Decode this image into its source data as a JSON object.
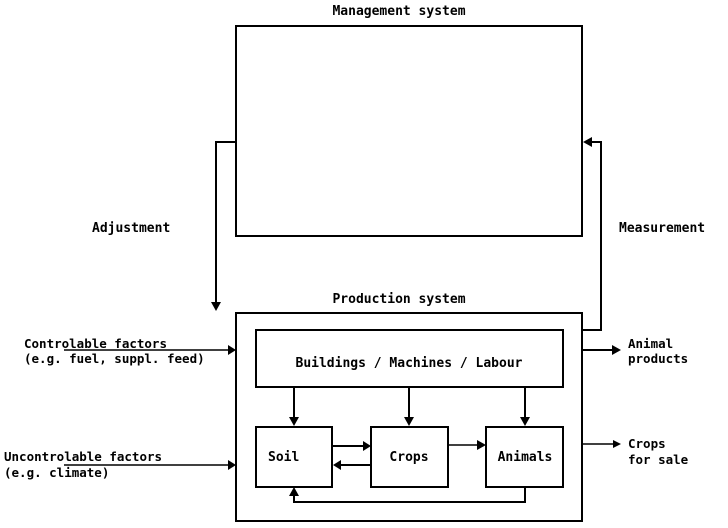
{
  "diagram": {
    "management_system": {
      "title": "Management system"
    },
    "production_system": {
      "title": "Production system"
    },
    "feedback": {
      "adjustment": "Adjustment",
      "measurement": "Measurement"
    },
    "inputs": {
      "controllable": {
        "line1": "Controlable factors",
        "line2": "(e.g. fuel, suppl. feed)"
      },
      "uncontrollable": {
        "line1": "Uncontrolable factors",
        "line2": "(e.g. climate)"
      }
    },
    "components": {
      "infrastructure": "Buildings / Machines / Labour",
      "soil": "Soil",
      "crops": "Crops",
      "animals": "Animals"
    },
    "outputs": {
      "animal_products": {
        "line1": "Animal",
        "line2": "products"
      },
      "crops_for_sale": {
        "line1": "Crops",
        "line2": "for sale"
      }
    }
  }
}
